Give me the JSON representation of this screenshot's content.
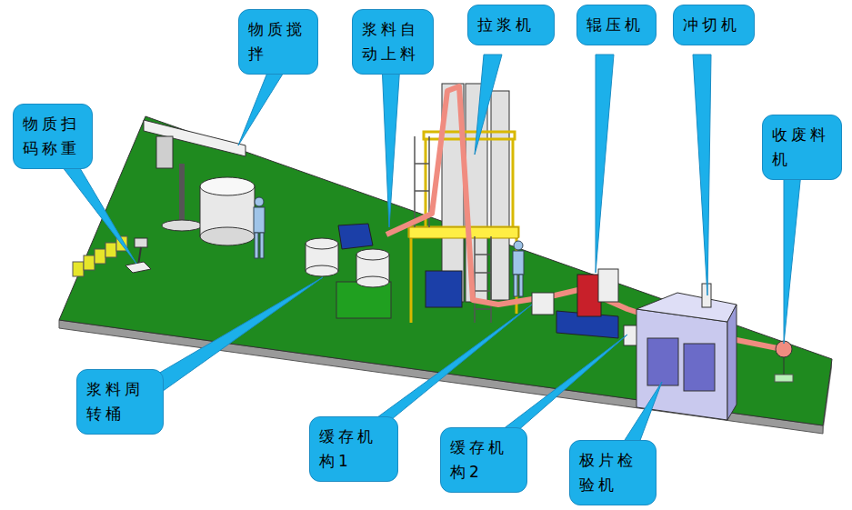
{
  "diagram": {
    "nodes": [
      {
        "text": [
          "物质搅拌"
        ]
      },
      {
        "text": [
          "浆料自动上料"
        ]
      },
      {
        "text": [
          "拉浆机"
        ]
      },
      {
        "text": [
          "辊压机"
        ]
      },
      {
        "text": [
          "冲切机"
        ]
      },
      {
        "text": [
          "物质扫码称重"
        ]
      },
      {
        "text": [
          "收废料机"
        ]
      },
      {
        "text": [
          "浆料周转桶"
        ]
      },
      {
        "text": [
          "缓存机构1"
        ]
      },
      {
        "text": [
          "缓存机构2"
        ]
      },
      {
        "text": [
          "极片检验机"
        ]
      }
    ]
  }
}
